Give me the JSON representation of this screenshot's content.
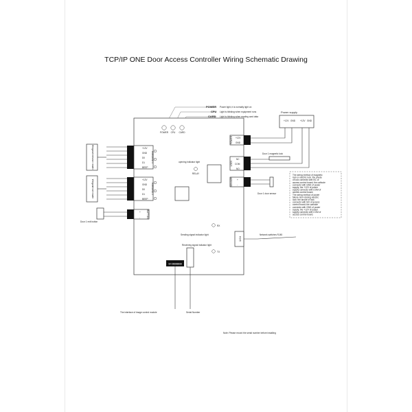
{
  "title": "TCP/IP  ONE Door Access Controller Wiring Schematic Drawing",
  "leds": {
    "power": {
      "name": "POWER",
      "desc": "Power light, it is normally light on"
    },
    "cpu": {
      "name": "CPU",
      "desc": "Light is blinking when equipment runs"
    },
    "card": {
      "name": "CARD",
      "desc": "Light is blinking when reading card data"
    },
    "board_labels": [
      "POWER",
      "CPU",
      "CARD"
    ]
  },
  "power_supply": {
    "label": "Power supply",
    "terminals": [
      "+12V",
      "GND",
      "+12V",
      "GND"
    ]
  },
  "board": {
    "power_in": [
      "+12V",
      "GND"
    ],
    "power_in_tag": "POWER",
    "lock_out": [
      "NC",
      "COM",
      "NO"
    ],
    "lock_tag": "LOCK",
    "sensor_pins": [
      "+",
      "-"
    ],
    "sensor_tag": "SENSOR",
    "reader1_pins": [
      "+12V",
      "GND",
      "D0",
      "D1",
      "BEEP"
    ],
    "reader1_tag": "WIEGAND 1",
    "reader2_pins": [
      "+12V",
      "GND",
      "D0",
      "D1",
      "BEEP"
    ],
    "reader2_tag": "WIEGAND 2",
    "button_pins": [
      "+",
      "-"
    ],
    "button_tag": "BUTTON",
    "opening_indicator": "opening indicator light",
    "relay_label": "RELAY",
    "rx": "RX",
    "tx": "TX",
    "sending_light": "Sending signal indicator light",
    "receiving_light": "Receiving signal indicator light",
    "serial_number": "SN 88888888",
    "rj45_tag": "RJ45"
  },
  "readers": {
    "reader1": "Wiegand entrance reader",
    "reader2": "Wiegand exit reader"
  },
  "callouts": {
    "door_lock": "Door 1 magnetic lock",
    "door_sensor": "Door 1 door sensor",
    "exit_button": "Door 1 exit button",
    "network": "Network switches RJ45",
    "image_module": "The interface of image control module",
    "serial_number": "Serial Number"
  },
  "notes": [
    "The wiring method of magnetic",
    "lock or electric lock: the anode",
    "of lock connects with NC of",
    "access control board; the cathode",
    "connects with GND of power",
    "supply; the +12V of power",
    "supply connects with COM of",
    "access control board.",
    "The wiring method of power",
    "failure door-closing electric",
    "lock: the anode of lock",
    "connects with NO of access",
    "control board; the cathode",
    "connects with GND of power",
    "supply; the +12V of power",
    "supply connects with COM of",
    "access control board."
  ],
  "note": "Note: Please record the serial number before installing"
}
